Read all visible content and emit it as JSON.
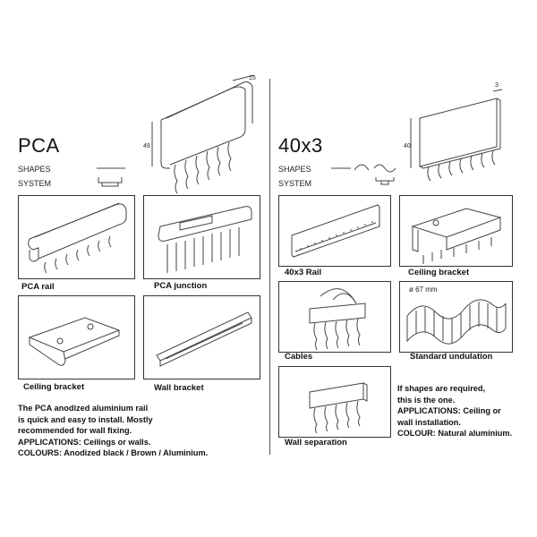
{
  "left": {
    "title": "PCA",
    "dimensions": {
      "height": "49",
      "depth": "15"
    },
    "shapes_label": "SHAPES",
    "system_label": "SYSTEM",
    "captions": {
      "rail": "PCA rail",
      "junction": "PCA junction",
      "ceiling_bracket": "Ceiling bracket",
      "wall_bracket": "Wall bracket"
    },
    "description": [
      "The PCA anodized aluminium rail",
      "is quick and easy to install. Mostly",
      "recommended for wall fixing.",
      "APPLICATIONS: Ceilings or walls.",
      "COLOURS: Anodized black / Brown / Aluminium."
    ]
  },
  "right": {
    "title": "40x3",
    "dimensions": {
      "height": "40",
      "depth": "3"
    },
    "shapes_label": "SHAPES",
    "system_label": "SYSTEM",
    "captions": {
      "rail": "40x3 Rail",
      "ceiling_bracket": "Ceiling bracket",
      "cables": "Cables",
      "undulation": "Standard undulation",
      "undulation_dim": "ø 67 mm",
      "wall_separation": "Wall separation"
    },
    "description": [
      "If shapes are required,",
      "this is the one.",
      "APPLICATIONS: Ceiling or",
      "wall installation.",
      "COLOUR: Natural aluminium."
    ]
  }
}
